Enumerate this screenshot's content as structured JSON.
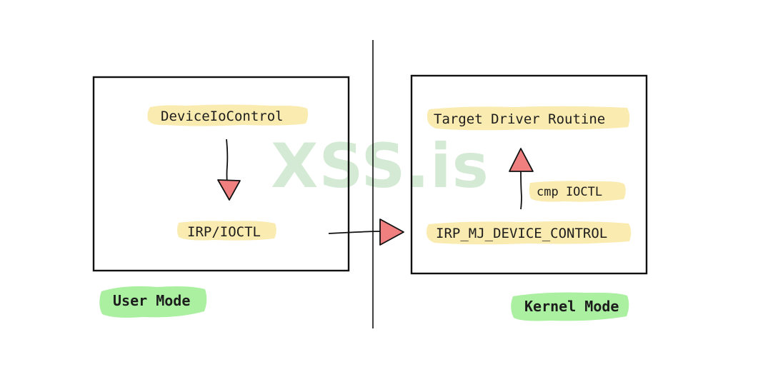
{
  "diagram": {
    "user_box": {
      "call_label": "DeviceIoControl",
      "irp_label": "IRP/IOCTL"
    },
    "kernel_box": {
      "target_label": "Target Driver Routine",
      "cmp_label": "cmp IOCTL",
      "irp_mj_label": "IRP_MJ_DEVICE_CONTROL"
    },
    "modes": {
      "user": "User Mode",
      "kernel": "Kernel Mode"
    },
    "watermark": "XSS.is"
  },
  "colors": {
    "highlight_yellow": "#faebb0",
    "highlight_green": "#aaf0a0",
    "arrow_fill": "#f08080",
    "watermark": "#cfe8cf",
    "stroke": "#111111"
  }
}
